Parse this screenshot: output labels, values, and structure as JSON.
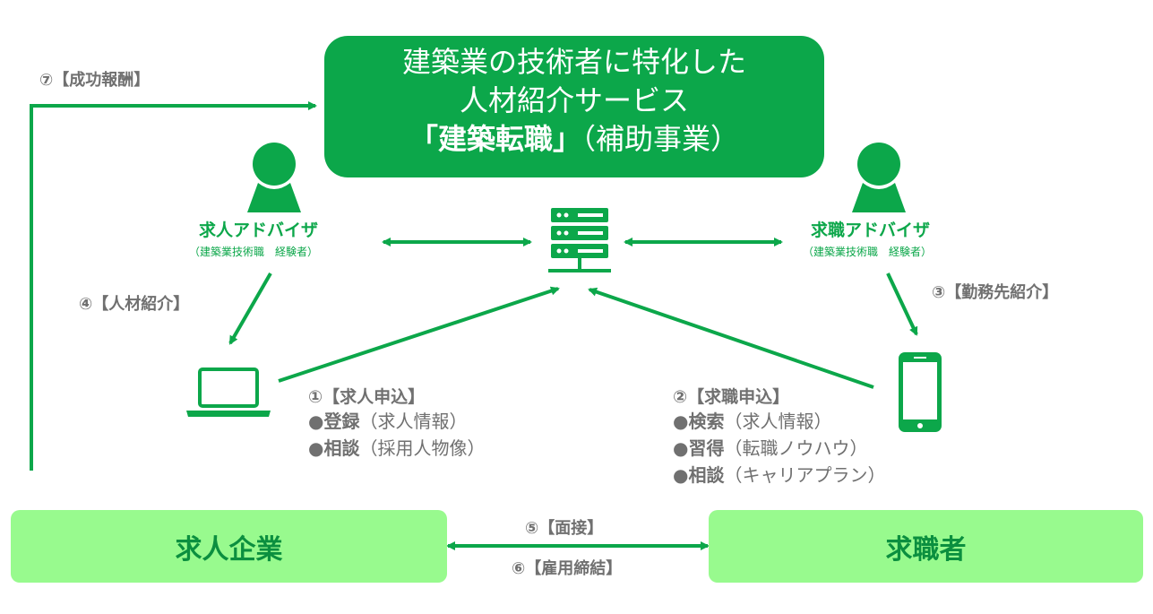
{
  "service": {
    "line1": "建築業の技術者に特化した",
    "line2": "人材紹介サービス",
    "brand": "「建築転職」",
    "suffix": "（補助事業）"
  },
  "left_advisor": {
    "title": "求人アドバイザ",
    "subtitle": "（建築業技術職　経験者）"
  },
  "right_advisor": {
    "title": "求職アドバイザ",
    "subtitle": "（建築業技術職　経験者）"
  },
  "flows": {
    "reward": "⑦【成功報酬】",
    "introduce_talent": "④【人材紹介】",
    "introduce_workplace": "③【勤務先紹介】",
    "interview": "⑤【面接】",
    "contract": "⑥【雇用締結】"
  },
  "employer_application": {
    "heading": "①【求人申込】",
    "items": [
      {
        "bullet": "●",
        "action": "登録",
        "detail": "（求人情報）"
      },
      {
        "bullet": "●",
        "action": "相談",
        "detail": "（採用人物像）"
      }
    ]
  },
  "seeker_application": {
    "heading": "②【求職申込】",
    "items": [
      {
        "bullet": "●",
        "action": "検索",
        "detail": "（求人情報）"
      },
      {
        "bullet": "●",
        "action": "習得",
        "detail": "（転職ノウハウ）"
      },
      {
        "bullet": "●",
        "action": "相談",
        "detail": "（キャリアプラン）"
      }
    ]
  },
  "parties": {
    "employer": "求人企業",
    "seeker": "求職者"
  },
  "colors": {
    "brand_green": "#0ca74a",
    "light_green": "#98fa8e",
    "text_gray": "#707070"
  },
  "icons": [
    "person-icon",
    "server-icon",
    "laptop-icon",
    "smartphone-icon"
  ]
}
